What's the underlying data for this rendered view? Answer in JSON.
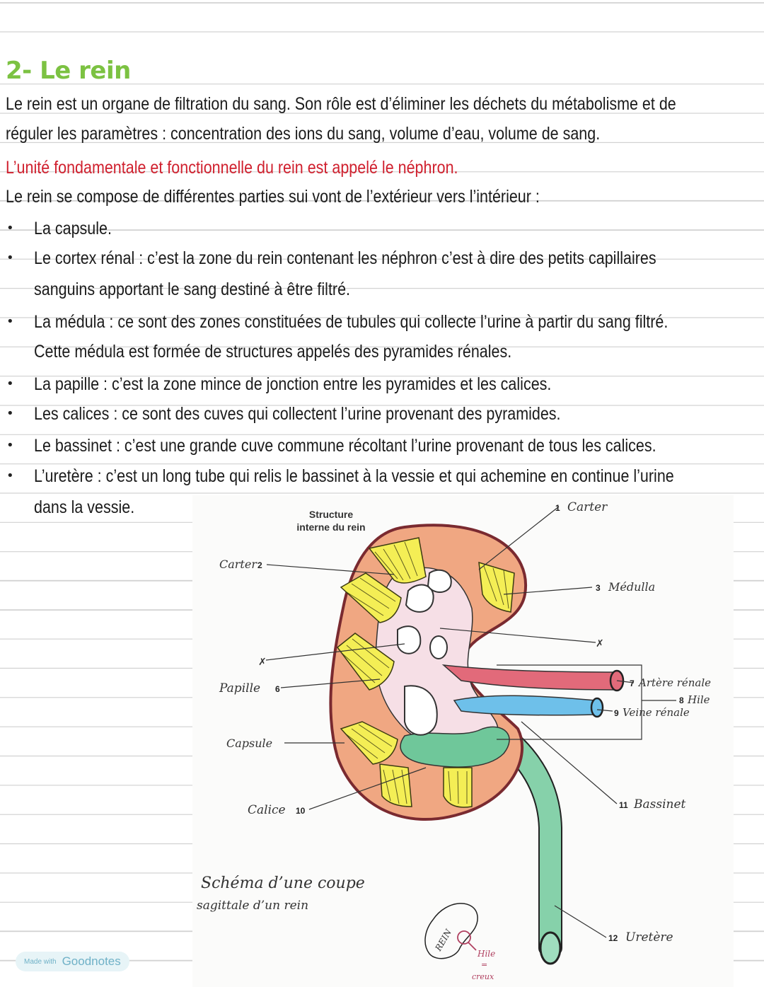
{
  "page": {
    "title": "2- Le rein",
    "colors": {
      "title": "#7cc242",
      "highlight_text": "#d0202e",
      "rule_line": "#d2d2d2",
      "cortex": "#f0a782",
      "pyramid": "#f4ee55",
      "pelvis": "#7fd1a8",
      "artery": "#e26a7a",
      "vein": "#6ec0ea"
    },
    "intro_lines": [
      "Le rein est un organe de filtration du sang. Son rôle est d’éliminer les déchets du métabolisme et de",
      "réguler les paramètres : concentration des ions du sang, volume d’eau, volume de sang."
    ],
    "highlight": "L’unité fondamentale et fonctionnelle du rein est appelé le néphron.",
    "list_intro": "Le rein se compose de différentes parties sui vont de l’extérieur vers l’intérieur :",
    "bullet_char": "•",
    "bullets": [
      {
        "lines": [
          "La capsule."
        ]
      },
      {
        "lines": [
          "Le cortex rénal : c’est la zone du rein contenant les néphron c’est à dire des petits capillaires",
          "sanguins apportant le sang destiné à être filtré."
        ]
      },
      {
        "lines": [
          "La médula : ce sont des zones constituées de tubules qui collecte l’urine à partir du sang filtré.",
          "Cette médula est formée de structures appelés des pyramides rénales."
        ]
      },
      {
        "lines": [
          "La papille : c’est la zone mince de jonction entre les pyramides et les calices."
        ]
      },
      {
        "lines": [
          "Les calices : ce sont des cuves qui collectent l’urine provenant des pyramides."
        ]
      },
      {
        "lines": [
          "Le bassinet : c’est une grande cuve commune récoltant l’urine provenant de tous les calices."
        ]
      },
      {
        "lines": [
          "L’uretère : c’est un long tube qui relis le bassinet à la vessie et qui achemine en continue l’urine",
          "dans la vessie."
        ]
      }
    ]
  },
  "diagram": {
    "printed_title_1": "Structure",
    "printed_title_2": "interne du rein",
    "labels": {
      "l1_num": "1",
      "l1_text": "Carter",
      "l2_num": "2",
      "l2_text": "Carter",
      "l3_num": "3",
      "l3_text": "Médulla",
      "l5_mark": "✗",
      "l4_mark": "✗",
      "l6_num": "6",
      "l6_text": "Papille",
      "l7_num": "7",
      "l7_text": "Artère rénale",
      "l8_num": "8",
      "l8_text": "Hile",
      "l9_num": "9",
      "l9_text": "Veine rénale",
      "capsule_text": "Capsule",
      "l10_num": "10",
      "l10_text": "Calice",
      "l11_num": "11",
      "l11_text": "Bassinet",
      "l12_num": "12",
      "l12_text": "Uretère"
    },
    "caption_1": "Schéma d’une coupe",
    "caption_2": "sagittale d’un rein",
    "mini": {
      "kidney_text": "REIN",
      "hile_text": "Hile",
      "equals": "=",
      "creux_text": "creux"
    }
  },
  "footer": {
    "made_with": "Made with",
    "brand": "Goodnotes"
  }
}
